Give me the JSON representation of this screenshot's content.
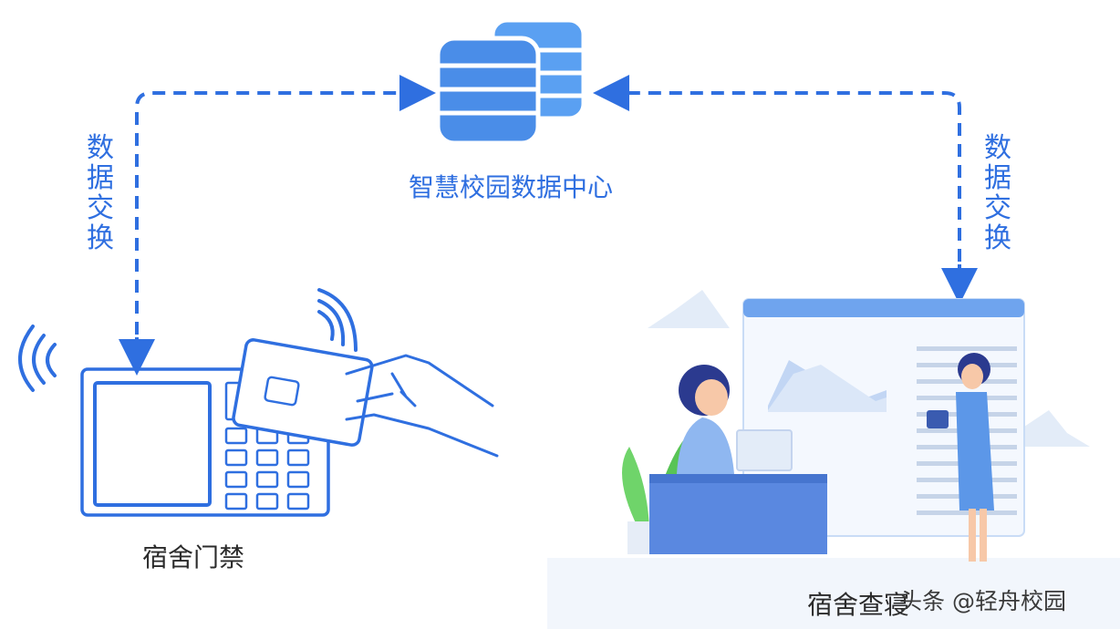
{
  "center": {
    "title": "智慧校园数据中心"
  },
  "left_link": {
    "label": "数据交换"
  },
  "right_link": {
    "label": "数据交换"
  },
  "left_node": {
    "label": "宿舍门禁"
  },
  "right_node": {
    "label": "宿舍查寝"
  },
  "watermark": {
    "text": "头条 @轻舟校园"
  },
  "colors": {
    "accent": "#2f6fe0",
    "light_blue": "#4d90f0",
    "pale": "#e8f0fb"
  }
}
